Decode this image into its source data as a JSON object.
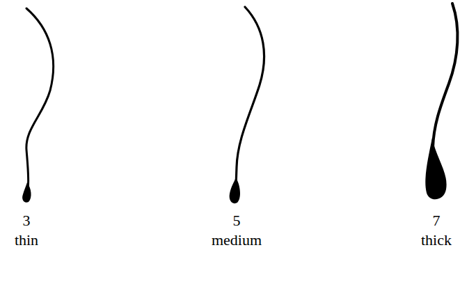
{
  "diagram": {
    "labels": [
      "3",
      "thin",
      "5",
      "medium",
      "7",
      "thick"
    ]
  }
}
